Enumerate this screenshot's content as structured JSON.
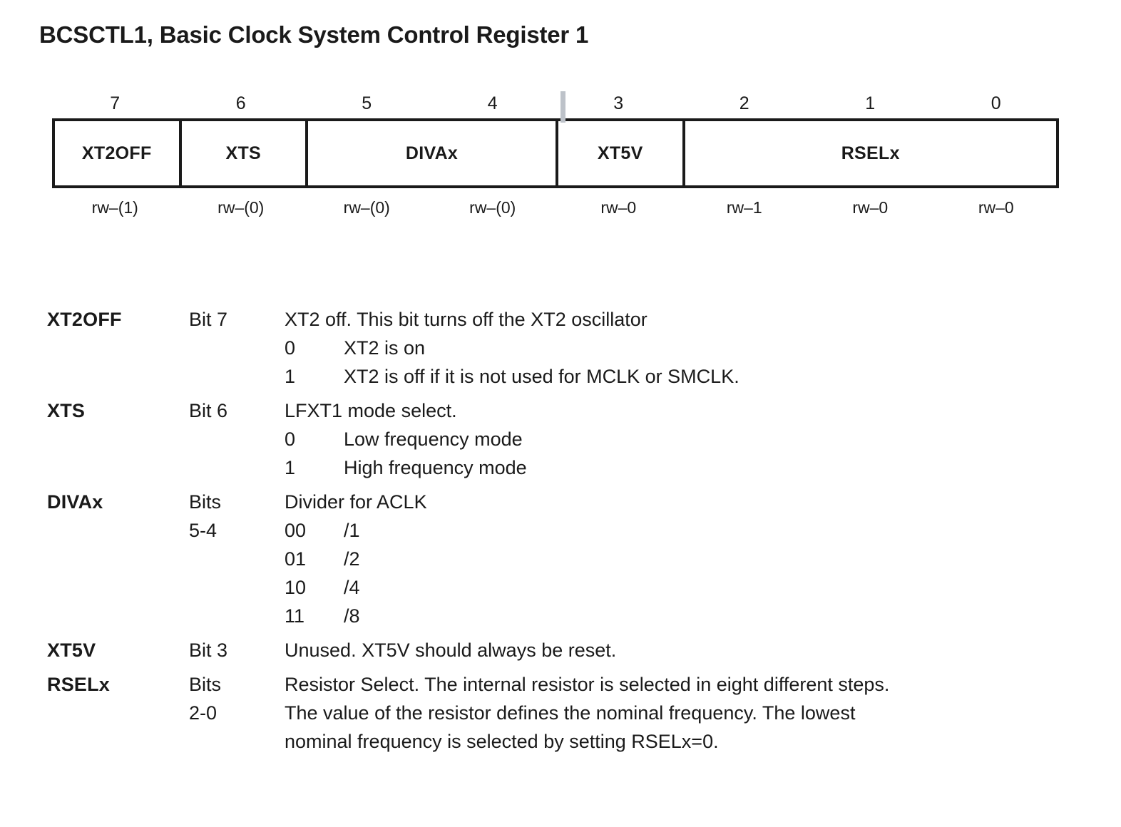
{
  "title": "BCSCTL1, Basic Clock System Control Register 1",
  "register": {
    "bit_numbers": [
      "7",
      "6",
      "5",
      "4",
      "3",
      "2",
      "1",
      "0"
    ],
    "cells": [
      {
        "label": "XT2OFF",
        "span": 1
      },
      {
        "label": "XTS",
        "span": 1
      },
      {
        "label": "DIVAx",
        "span": 2
      },
      {
        "label": "XT5V",
        "span": 1
      },
      {
        "label": "RSELx",
        "span": 3
      }
    ],
    "access": [
      "rw–(1)",
      "rw–(0)",
      "rw–(0)",
      "rw–(0)",
      "rw–0",
      "rw–1",
      "rw–0",
      "rw–0"
    ],
    "byte_divider_color": "#bdc2c9",
    "border_color": "#1a1a1a"
  },
  "fields": [
    {
      "name": "XT2OFF",
      "bits": "Bit 7",
      "bits_line2": "",
      "description": "XT2 off. This bit turns off the XT2 oscillator",
      "options": [
        {
          "value": "0",
          "text": "XT2 is on"
        },
        {
          "value": "1",
          "text": "XT2 is off if it is not used for MCLK or SMCLK."
        }
      ],
      "extra_lines": []
    },
    {
      "name": "XTS",
      "bits": "Bit 6",
      "bits_line2": "",
      "description": "LFXT1 mode select.",
      "options": [
        {
          "value": "0",
          "text": "Low frequency mode"
        },
        {
          "value": "1",
          "text": "High frequency mode"
        }
      ],
      "extra_lines": []
    },
    {
      "name": "DIVAx",
      "bits": "Bits",
      "bits_line2": "5-4",
      "description": "Divider for ACLK",
      "options": [
        {
          "value": "00",
          "text": "/1"
        },
        {
          "value": "01",
          "text": "/2"
        },
        {
          "value": "10",
          "text": "/4"
        },
        {
          "value": "11",
          "text": "/8"
        }
      ],
      "extra_lines": []
    },
    {
      "name": "XT5V",
      "bits": "Bit 3",
      "bits_line2": "",
      "description": "Unused. XT5V should always be reset.",
      "options": [],
      "extra_lines": []
    },
    {
      "name": "RSELx",
      "bits": "Bits",
      "bits_line2": "2-0",
      "description": "Resistor Select. The internal resistor is selected in eight different steps.",
      "options": [],
      "extra_lines": [
        "The value of the resistor defines the nominal frequency. The lowest",
        "nominal frequency is selected by setting RSELx=0."
      ]
    }
  ]
}
